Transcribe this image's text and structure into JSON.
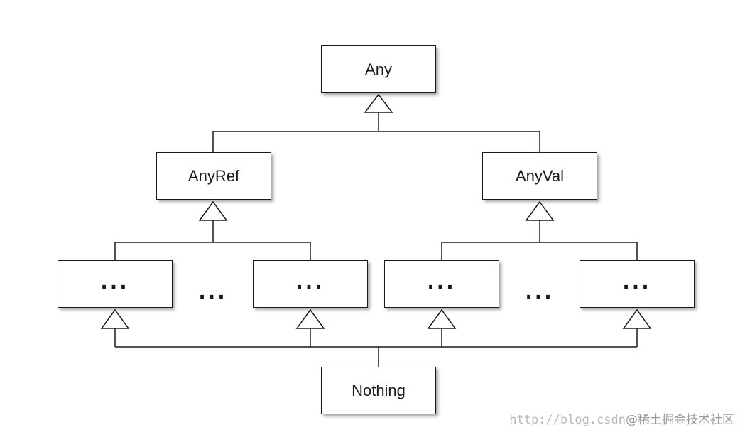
{
  "diagram": {
    "nodes": {
      "any": "Any",
      "anyref": "AnyRef",
      "anyval": "AnyVal",
      "ref_sub_1": "...",
      "ref_ellipsis": "...",
      "ref_sub_2": "...",
      "val_sub_1": "...",
      "val_ellipsis": "...",
      "val_sub_2": "...",
      "nothing": "Nothing"
    },
    "edges": [
      {
        "from": "anyref",
        "to": "any"
      },
      {
        "from": "anyval",
        "to": "any"
      },
      {
        "from": "ref_sub_1",
        "to": "anyref"
      },
      {
        "from": "ref_sub_2",
        "to": "anyref"
      },
      {
        "from": "val_sub_1",
        "to": "anyval"
      },
      {
        "from": "val_sub_2",
        "to": "anyval"
      },
      {
        "from": "nothing",
        "to": "ref_sub_1"
      },
      {
        "from": "nothing",
        "to": "ref_sub_2"
      },
      {
        "from": "nothing",
        "to": "val_sub_1"
      },
      {
        "from": "nothing",
        "to": "val_sub_2"
      }
    ],
    "colors": {
      "stroke": "#1a1a1a",
      "fill": "#ffffff"
    }
  },
  "watermark": {
    "url": "http://blog.csdn",
    "brand": "@稀土掘金技术社区"
  }
}
